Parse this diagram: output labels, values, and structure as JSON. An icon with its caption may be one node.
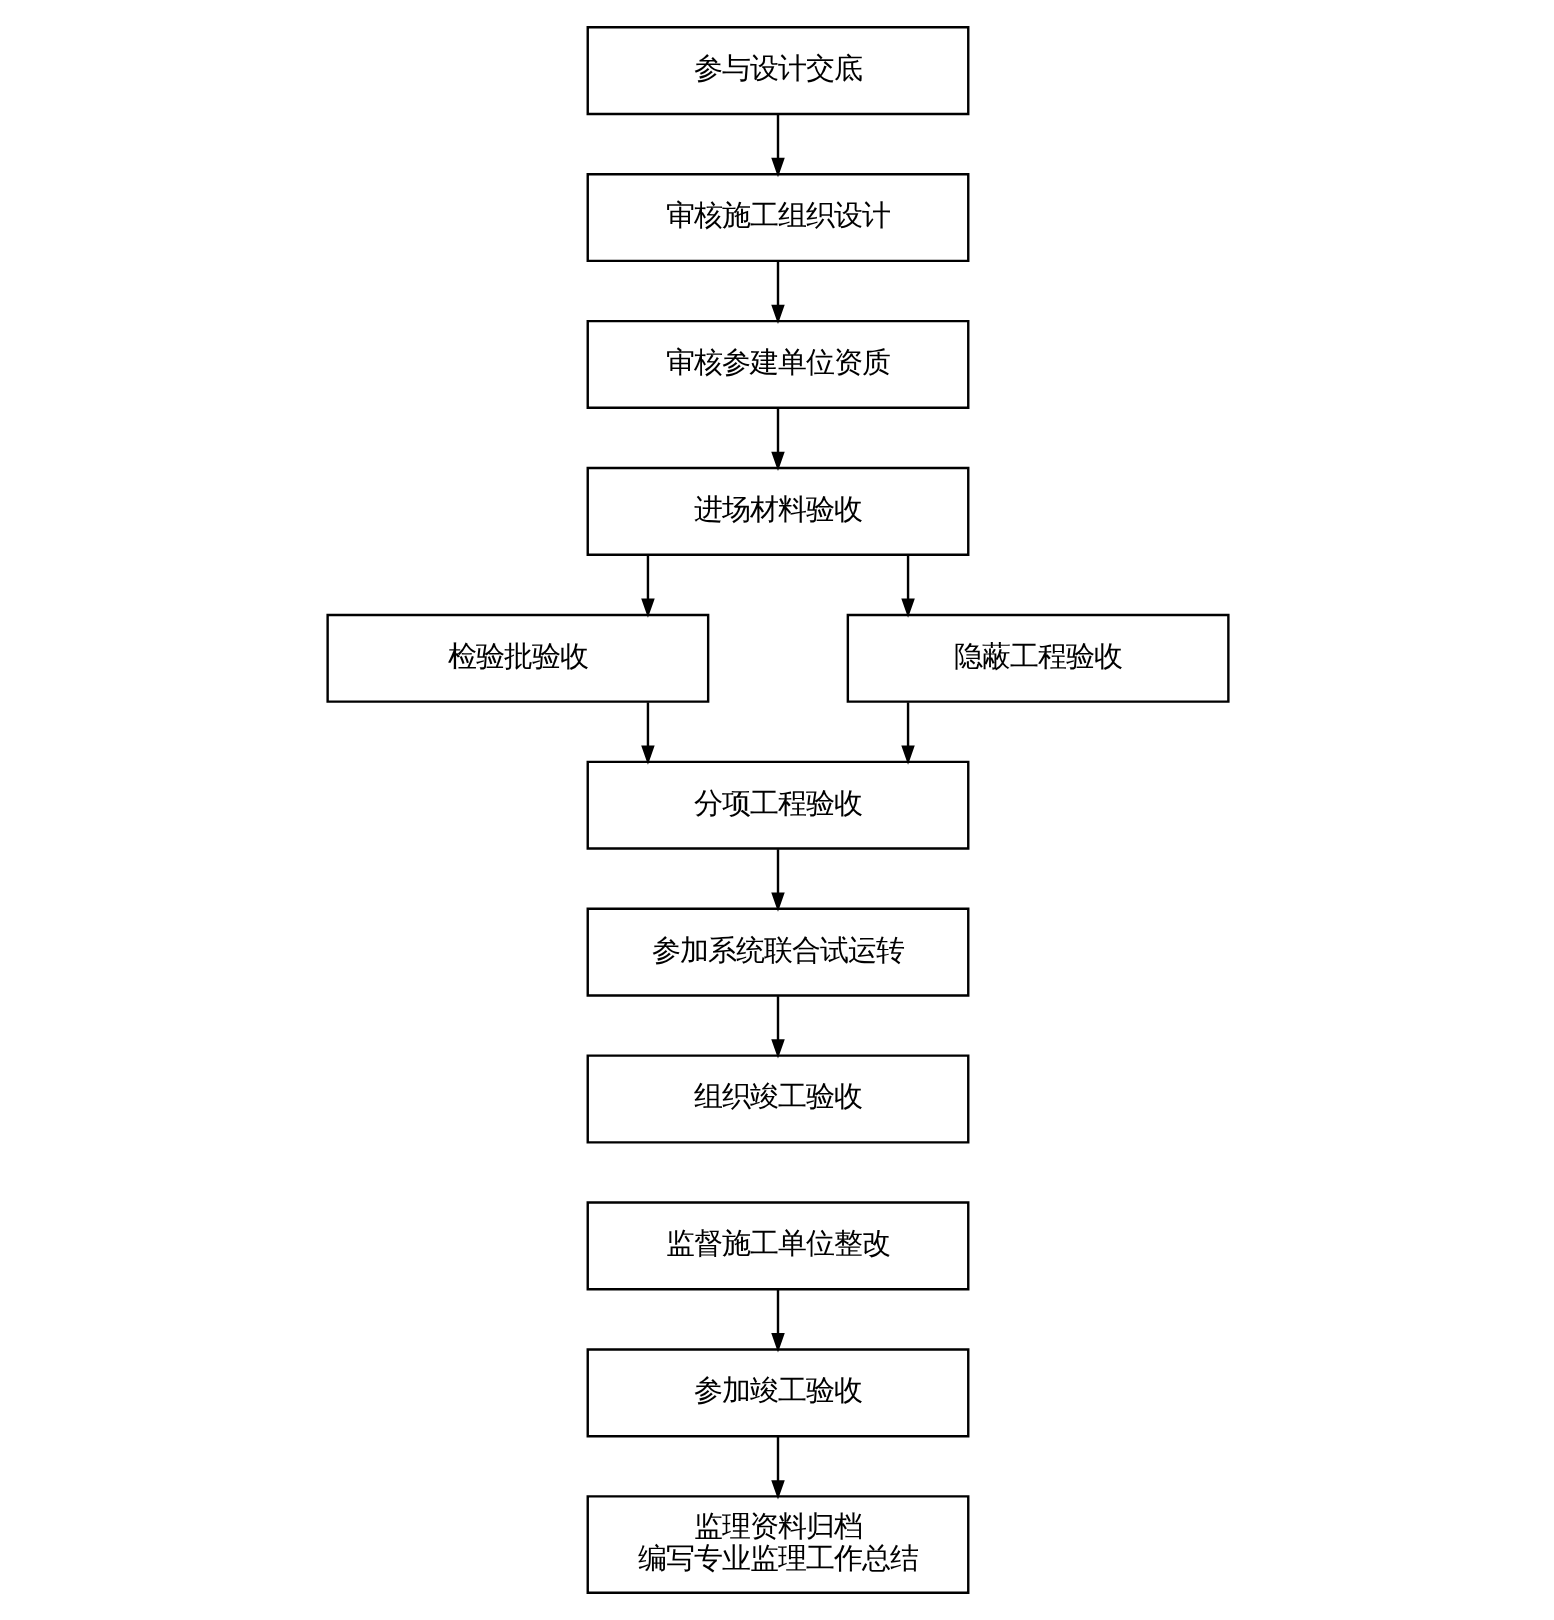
{
  "diagram": {
    "nodes": [
      {
        "text": [
          "参与设计交底"
        ]
      },
      {
        "text": [
          "审核施工组织设计"
        ]
      },
      {
        "text": [
          "审核参建单位资质"
        ]
      },
      {
        "text": [
          "进场材料验收"
        ]
      },
      {
        "text": [
          "检验批验收"
        ]
      },
      {
        "text": [
          "隐蔽工程验收"
        ]
      },
      {
        "text": [
          "分项工程验收"
        ]
      },
      {
        "text": [
          "参加系统联合试运转"
        ]
      },
      {
        "text": [
          "组织竣工验收"
        ]
      },
      {
        "text": [
          "监督施工单位整改"
        ]
      },
      {
        "text": [
          "参加竣工验收"
        ]
      },
      {
        "text": [
          "监理资料归档",
          "编写专业监理工作总结"
        ]
      }
    ],
    "edges": [
      {
        "from": 0,
        "to": 1,
        "arrow": "to"
      },
      {
        "from": 1,
        "to": 2,
        "arrow": "to"
      },
      {
        "from": 2,
        "to": 3,
        "arrow": "to"
      },
      {
        "from": 3,
        "to": 4,
        "arrow": "to"
      },
      {
        "from": 3,
        "to": 5,
        "arrow": "to"
      },
      {
        "from": 4,
        "to": 6,
        "arrow": "to"
      },
      {
        "from": 5,
        "to": 6,
        "arrow": "to"
      },
      {
        "from": 6,
        "to": 7,
        "arrow": "to"
      },
      {
        "from": 7,
        "to": 8,
        "arrow": "to"
      },
      {
        "from": 9,
        "to": 10,
        "arrow": "to"
      },
      {
        "from": 10,
        "to": 11,
        "arrow": "to"
      }
    ]
  }
}
